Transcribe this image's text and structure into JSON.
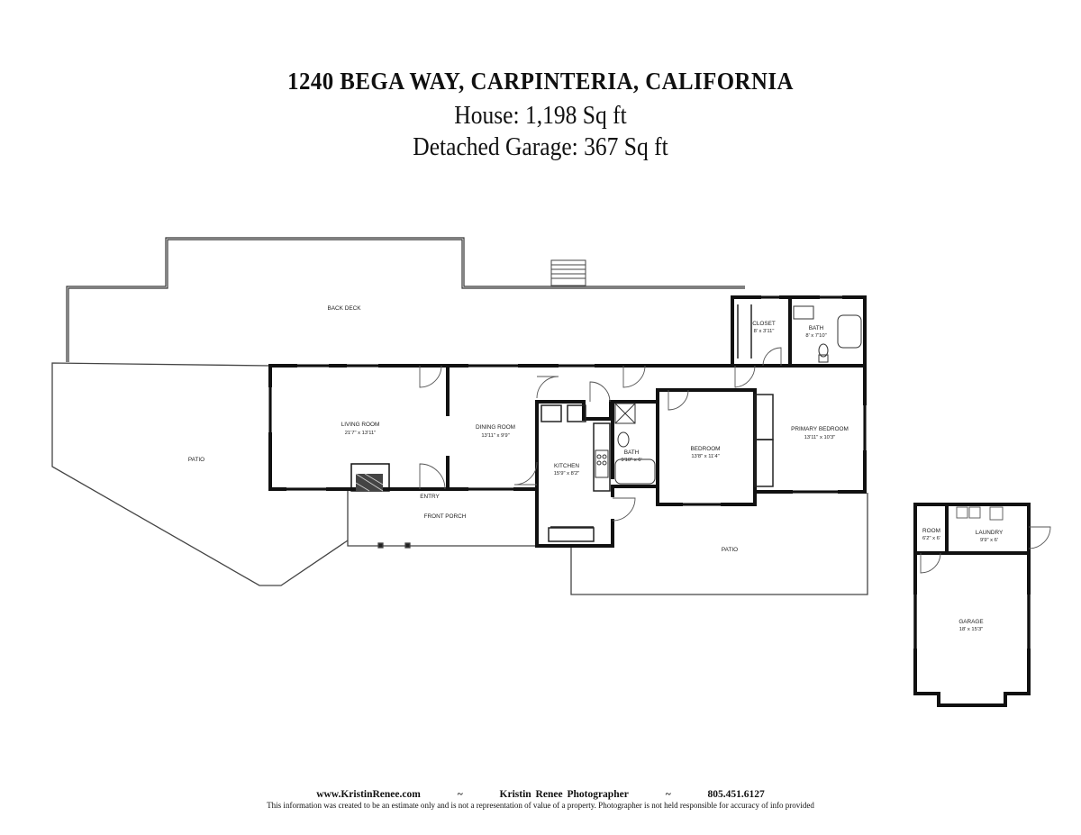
{
  "header": {
    "title": "1240 BEGA WAY, CARPINTERIA, CALIFORNIA",
    "house_area": "House: 1,198 Sq ft",
    "garage_area": "Detached Garage: 367 Sq ft"
  },
  "rooms": {
    "back_deck": {
      "label": "BACK DECK"
    },
    "patio_west": {
      "label": "PATIO"
    },
    "living_room": {
      "label": "LIVING ROOM",
      "dims": "21'7\" x 13'11\""
    },
    "dining_room": {
      "label": "DINING ROOM",
      "dims": "13'11\" x 9'9\""
    },
    "kitchen": {
      "label": "KITCHEN",
      "dims": "15'9\" x 8'2\""
    },
    "bath_hall": {
      "label": "BATH",
      "dims": "9'10\" x 6'"
    },
    "bedroom": {
      "label": "BEDROOM",
      "dims": "13'8\" x 11'4\""
    },
    "primary_bedroom": {
      "label": "PRIMARY BEDROOM",
      "dims": "13'11\" x 10'3\""
    },
    "closet": {
      "label": "CLOSET",
      "dims": "8' x 3'11\""
    },
    "bath_primary": {
      "label": "BATH",
      "dims": "8' x 7'10\""
    },
    "entry": {
      "label": "ENTRY"
    },
    "front_porch": {
      "label": "FRONT PORCH"
    },
    "patio_south": {
      "label": "PATIO"
    },
    "garage_room": {
      "label": "ROOM",
      "dims": "6'2\" x 6'"
    },
    "laundry": {
      "label": "LAUNDRY",
      "dims": "9'9\" x 6'"
    },
    "garage": {
      "label": "GARAGE",
      "dims": "18' x 15'3\""
    }
  },
  "footer": {
    "website": "www.KristinRenee.com",
    "separator": "~",
    "photographer": "Kristin Renee Photographer",
    "phone": "805.451.6127",
    "disclaimer": "This information was created to be an estimate only and is not a representation of value of a property.  Photographer is not held responsible for accuracy of info provided"
  }
}
